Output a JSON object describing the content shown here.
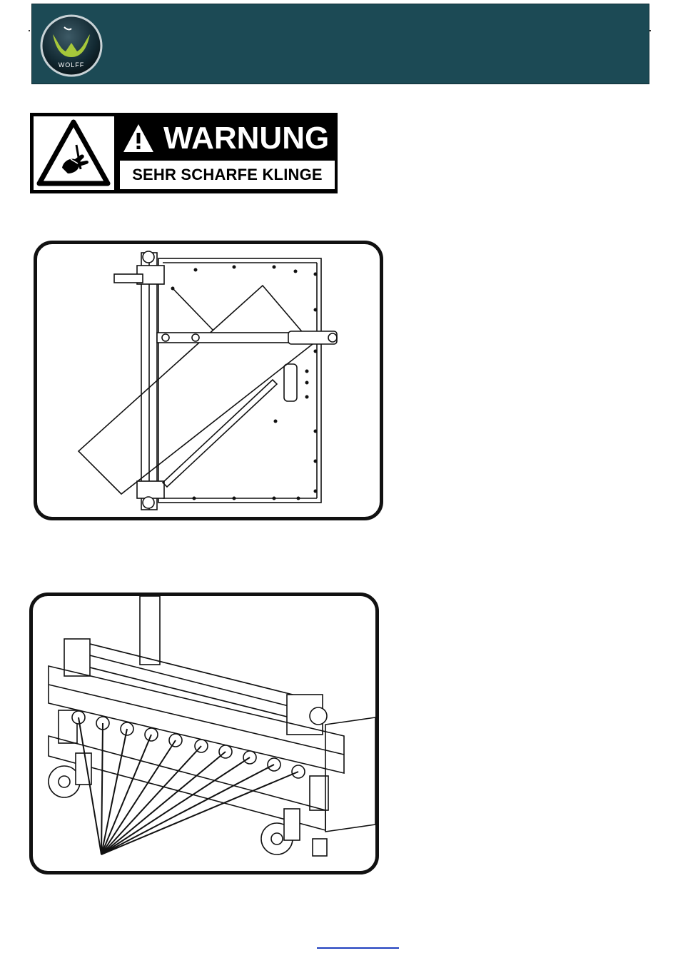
{
  "header": {
    "logo_text": "WOLFF",
    "background_color": "#1c4a55"
  },
  "warning": {
    "heading": "WARNUNG",
    "message": "SEHR SCHARFE KLINGE",
    "icon": "hand-cut-blade-icon"
  },
  "figures": [
    {
      "name": "blade-frame-top-view",
      "icon": "technical-drawing"
    },
    {
      "name": "machine-underside-screws",
      "icon": "technical-drawing"
    }
  ],
  "footer": {
    "link_text": ""
  }
}
